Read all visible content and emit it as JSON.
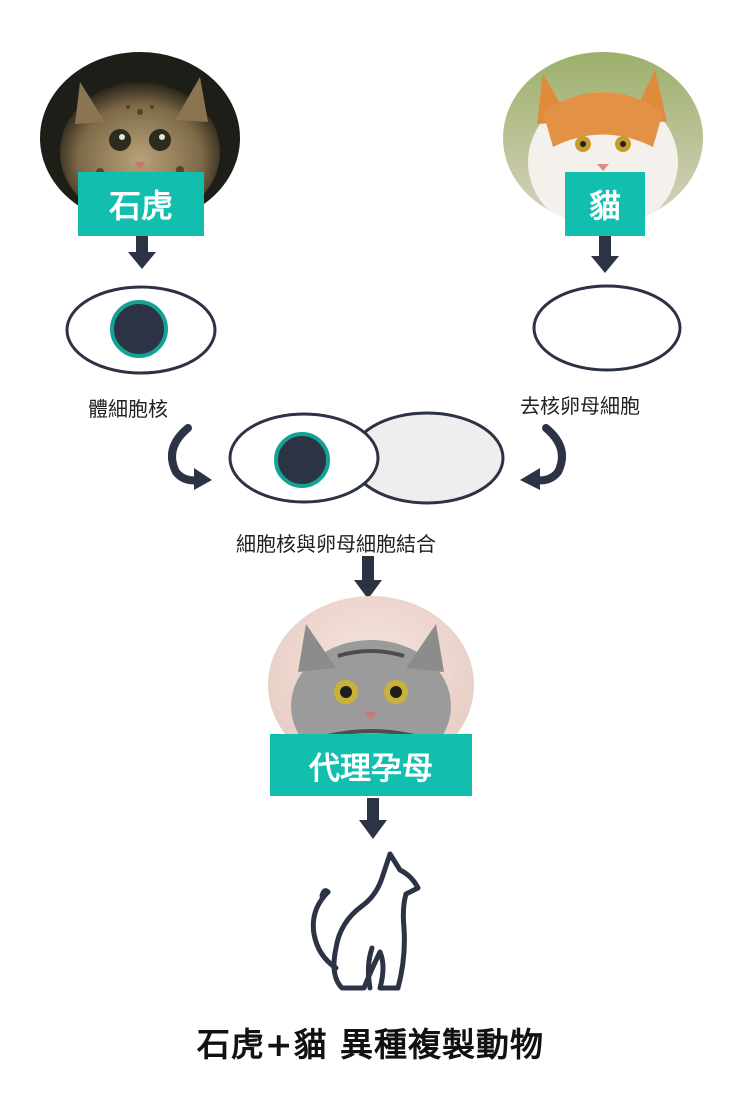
{
  "leopard_cat": {
    "label": "石虎",
    "image": "leopard-cat-photo"
  },
  "domestic_cat": {
    "label": "貓",
    "image": "orange-white-cat-photo"
  },
  "somatic_nucleus_label": "體細胞核",
  "enucleated_egg_label": "去核卵母細胞",
  "fusion_label": "細胞核與卵母細胞結合",
  "surrogate": {
    "label": "代理孕母",
    "image": "tabby-cat-photo"
  },
  "result_title": "石虎+貓 異種複製動物",
  "colors": {
    "tag_bg": "#12bfae",
    "nucleus": "#2c3345",
    "nucleus_ring": "#12a394",
    "arrow": "#2c3345",
    "egg_fill": "#eeeeee"
  }
}
